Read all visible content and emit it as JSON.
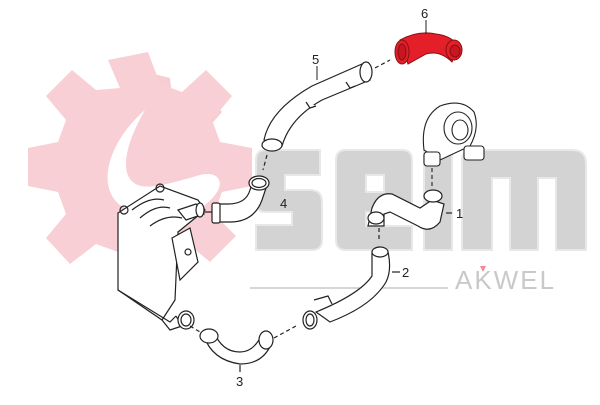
{
  "diagram": {
    "type": "exploded parts diagram",
    "subject": "intercooler / turbo air hose assembly",
    "watermark": {
      "logo_text": "seim",
      "brand_text": "AKWEL",
      "gear_color": "#f5c9cf",
      "letters_color": "#d2d2d2",
      "brand_color": "#c8c8c8",
      "accent_color": "#f08a95"
    },
    "highlight_color": "#e8202a",
    "line_color": "#222222",
    "parts": [
      {
        "id": "1",
        "label": "1",
        "name": "S-shaped connecting hose"
      },
      {
        "id": "2",
        "label": "2",
        "name": "hose with clamp"
      },
      {
        "id": "3",
        "label": "3",
        "name": "curved intercooler hose"
      },
      {
        "id": "4",
        "label": "4",
        "name": "elbow hose to intercooler"
      },
      {
        "id": "5",
        "label": "5",
        "name": "long charge air pipe"
      },
      {
        "id": "6",
        "label": "6",
        "name": "elbow hose (highlighted)",
        "highlighted": true
      }
    ],
    "components": [
      "intercooler",
      "turbocharger"
    ]
  }
}
